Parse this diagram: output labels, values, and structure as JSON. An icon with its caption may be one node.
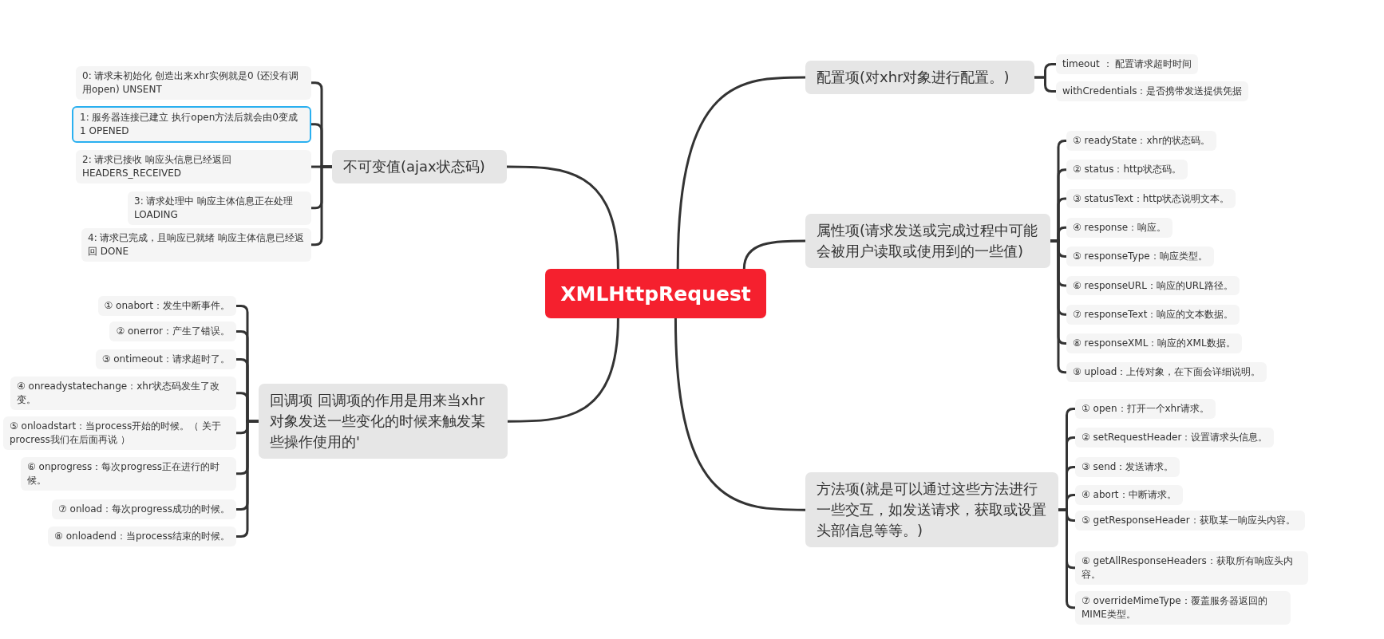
{
  "diagram": {
    "nodes": [
      {
        "text": [
          "XMLHttpRequest"
        ]
      },
      {
        "text": [
          "配置项(对xhr对象进行配置。)"
        ]
      },
      {
        "text": [
          "timeout ： 配置请求超时时间"
        ]
      },
      {
        "text": [
          "withCredentials：是否携带发送提供凭据"
        ]
      },
      {
        "text": [
          "属性项(请求发送或完成过程中可能会被用户读取或使用到的一些值)"
        ]
      },
      {
        "text": [
          "① readyState：xhr的状态码。"
        ]
      },
      {
        "text": [
          "② status：http状态码。"
        ]
      },
      {
        "text": [
          "③ statusText：http状态说明文本。"
        ]
      },
      {
        "text": [
          "④ response：响应。"
        ]
      },
      {
        "text": [
          "⑤ responseType：响应类型。"
        ]
      },
      {
        "text": [
          "⑥ responseURL：响应的URL路径。"
        ]
      },
      {
        "text": [
          "⑦ responseText：响应的文本数据。"
        ]
      },
      {
        "text": [
          "⑧ responseXML：响应的XML数据。"
        ]
      },
      {
        "text": [
          "⑨ upload：上传对象，在下面会详细说明。"
        ]
      },
      {
        "text": [
          "方法项(就是可以通过这些方法进行一些交互，如发送请求，获取或设置头部信息等等。)"
        ]
      },
      {
        "text": [
          "① open：打开一个xhr请求。"
        ]
      },
      {
        "text": [
          "② setRequestHeader：设置请求头信息。"
        ]
      },
      {
        "text": [
          "③ send：发送请求。"
        ]
      },
      {
        "text": [
          "④ abort：中断请求。"
        ]
      },
      {
        "text": [
          "⑤ getResponseHeader：获取某一响应头内容。"
        ]
      },
      {
        "text": [
          "⑥ getAllResponseHeaders：获取所有响应头内容。"
        ]
      },
      {
        "text": [
          "⑦ overrideMimeType：覆盖服务器返回的MIME类型。"
        ]
      },
      {
        "text": [
          "不可变值(ajax状态码)"
        ]
      },
      {
        "text": [
          "0: 请求未初始化 创造出来xhr实例就是0 (还没有调用open) UNSENT"
        ]
      },
      {
        "text": [
          "1: 服务器连接已建立 执行open方法后就会由0变成1 OPENED"
        ]
      },
      {
        "text": [
          "2: 请求已接收 响应头信息已经返回 HEADERS_RECEIVED"
        ]
      },
      {
        "text": [
          "3: 请求处理中 响应主体信息正在处理 LOADING"
        ]
      },
      {
        "text": [
          "4: 请求已完成，且响应已就绪 响应主体信息已经返回 DONE"
        ]
      },
      {
        "text": [
          "回调项 回调项的作用是用来当xhr对象发送一些变化的时候来触发某些操作使用的'"
        ]
      },
      {
        "text": [
          "① onabort：发生中断事件。"
        ]
      },
      {
        "text": [
          "② onerror：产生了错误。"
        ]
      },
      {
        "text": [
          "③ ontimeout：请求超时了。"
        ]
      },
      {
        "text": [
          "④ onreadystatechange：xhr状态码发生了改变。"
        ]
      },
      {
        "text": [
          "⑤ onloadstart：当process开始的时候。（ 关于procress我们在后面再说 ）"
        ]
      },
      {
        "text": [
          "⑥ onprogress：每次progress正在进行的时候。"
        ]
      },
      {
        "text": [
          "⑦ onload：每次progress成功的时候。"
        ]
      },
      {
        "text": [
          "⑧ onloadend：当process结束的时候。"
        ]
      }
    ],
    "edges": [
      {
        "from": 0,
        "to": 1,
        "arrow": "none"
      },
      {
        "from": 1,
        "to": 2,
        "arrow": "none"
      },
      {
        "from": 1,
        "to": 3,
        "arrow": "none"
      },
      {
        "from": 0,
        "to": 4,
        "arrow": "none"
      },
      {
        "from": 4,
        "to": 5,
        "arrow": "none"
      },
      {
        "from": 4,
        "to": 6,
        "arrow": "none"
      },
      {
        "from": 4,
        "to": 7,
        "arrow": "none"
      },
      {
        "from": 4,
        "to": 8,
        "arrow": "none"
      },
      {
        "from": 4,
        "to": 9,
        "arrow": "none"
      },
      {
        "from": 4,
        "to": 10,
        "arrow": "none"
      },
      {
        "from": 4,
        "to": 11,
        "arrow": "none"
      },
      {
        "from": 4,
        "to": 12,
        "arrow": "none"
      },
      {
        "from": 4,
        "to": 13,
        "arrow": "none"
      },
      {
        "from": 0,
        "to": 14,
        "arrow": "none"
      },
      {
        "from": 14,
        "to": 15,
        "arrow": "none"
      },
      {
        "from": 14,
        "to": 16,
        "arrow": "none"
      },
      {
        "from": 14,
        "to": 17,
        "arrow": "none"
      },
      {
        "from": 14,
        "to": 18,
        "arrow": "none"
      },
      {
        "from": 14,
        "to": 19,
        "arrow": "none"
      },
      {
        "from": 14,
        "to": 20,
        "arrow": "none"
      },
      {
        "from": 14,
        "to": 21,
        "arrow": "none"
      },
      {
        "from": 0,
        "to": 22,
        "arrow": "none"
      },
      {
        "from": 22,
        "to": 23,
        "arrow": "none"
      },
      {
        "from": 22,
        "to": 24,
        "arrow": "none"
      },
      {
        "from": 22,
        "to": 25,
        "arrow": "none"
      },
      {
        "from": 22,
        "to": 26,
        "arrow": "none"
      },
      {
        "from": 22,
        "to": 27,
        "arrow": "none"
      },
      {
        "from": 0,
        "to": 28,
        "arrow": "none"
      },
      {
        "from": 28,
        "to": 29,
        "arrow": "none"
      },
      {
        "from": 28,
        "to": 30,
        "arrow": "none"
      },
      {
        "from": 28,
        "to": 31,
        "arrow": "none"
      },
      {
        "from": 28,
        "to": 32,
        "arrow": "none"
      },
      {
        "from": 28,
        "to": 33,
        "arrow": "none"
      },
      {
        "from": 28,
        "to": 34,
        "arrow": "none"
      },
      {
        "from": 28,
        "to": 35,
        "arrow": "none"
      },
      {
        "from": 28,
        "to": 36,
        "arrow": "none"
      }
    ]
  }
}
